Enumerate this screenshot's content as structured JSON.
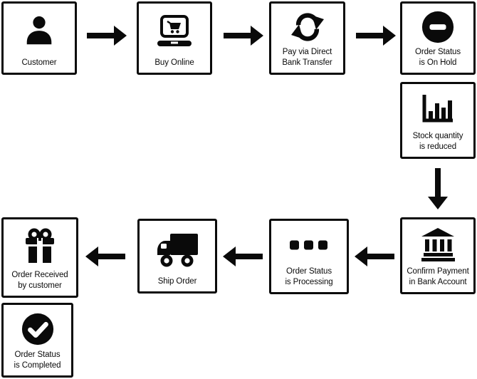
{
  "diagram": {
    "colors": {
      "ink": "#0a0a0a",
      "background": "#ffffff"
    },
    "nodes": [
      {
        "id": "customer",
        "label": "Customer",
        "icon": "person-icon"
      },
      {
        "id": "buy-online",
        "label": "Buy Online",
        "icon": "laptop-shopping-cart-icon"
      },
      {
        "id": "pay-bank-transfer",
        "label": "Pay via Direct\nBank Transfer",
        "icon": "sync-arrows-icon"
      },
      {
        "id": "order-on-hold",
        "label": "Order Status\nis On Hold",
        "icon": "minus-circle-icon"
      },
      {
        "id": "stock-reduced",
        "label": "Stock quantity\nis reduced",
        "icon": "bar-chart-icon"
      },
      {
        "id": "confirm-payment",
        "label": "Confirm Payment\nin Bank Account",
        "icon": "bank-icon"
      },
      {
        "id": "order-processing",
        "label": "Order Status\nis Processing",
        "icon": "ellipsis-icon"
      },
      {
        "id": "ship-order",
        "label": "Ship Order",
        "icon": "truck-icon"
      },
      {
        "id": "order-received",
        "label": "Order Received\nby customer",
        "icon": "gift-icon"
      },
      {
        "id": "order-completed",
        "label": "Order Status\nis Completed",
        "icon": "check-circle-icon"
      }
    ],
    "edges": [
      {
        "from": "customer",
        "to": "buy-online",
        "arrow": "right"
      },
      {
        "from": "buy-online",
        "to": "pay-bank-transfer",
        "arrow": "right"
      },
      {
        "from": "pay-bank-transfer",
        "to": "order-on-hold",
        "arrow": "right"
      },
      {
        "from": "order-on-hold",
        "to": "stock-reduced",
        "arrow": "none-adjacent"
      },
      {
        "from": "stock-reduced",
        "to": "confirm-payment",
        "arrow": "down"
      },
      {
        "from": "confirm-payment",
        "to": "order-processing",
        "arrow": "left"
      },
      {
        "from": "order-processing",
        "to": "ship-order",
        "arrow": "left"
      },
      {
        "from": "ship-order",
        "to": "order-received",
        "arrow": "left"
      },
      {
        "from": "order-received",
        "to": "order-completed",
        "arrow": "none-adjacent"
      }
    ]
  }
}
